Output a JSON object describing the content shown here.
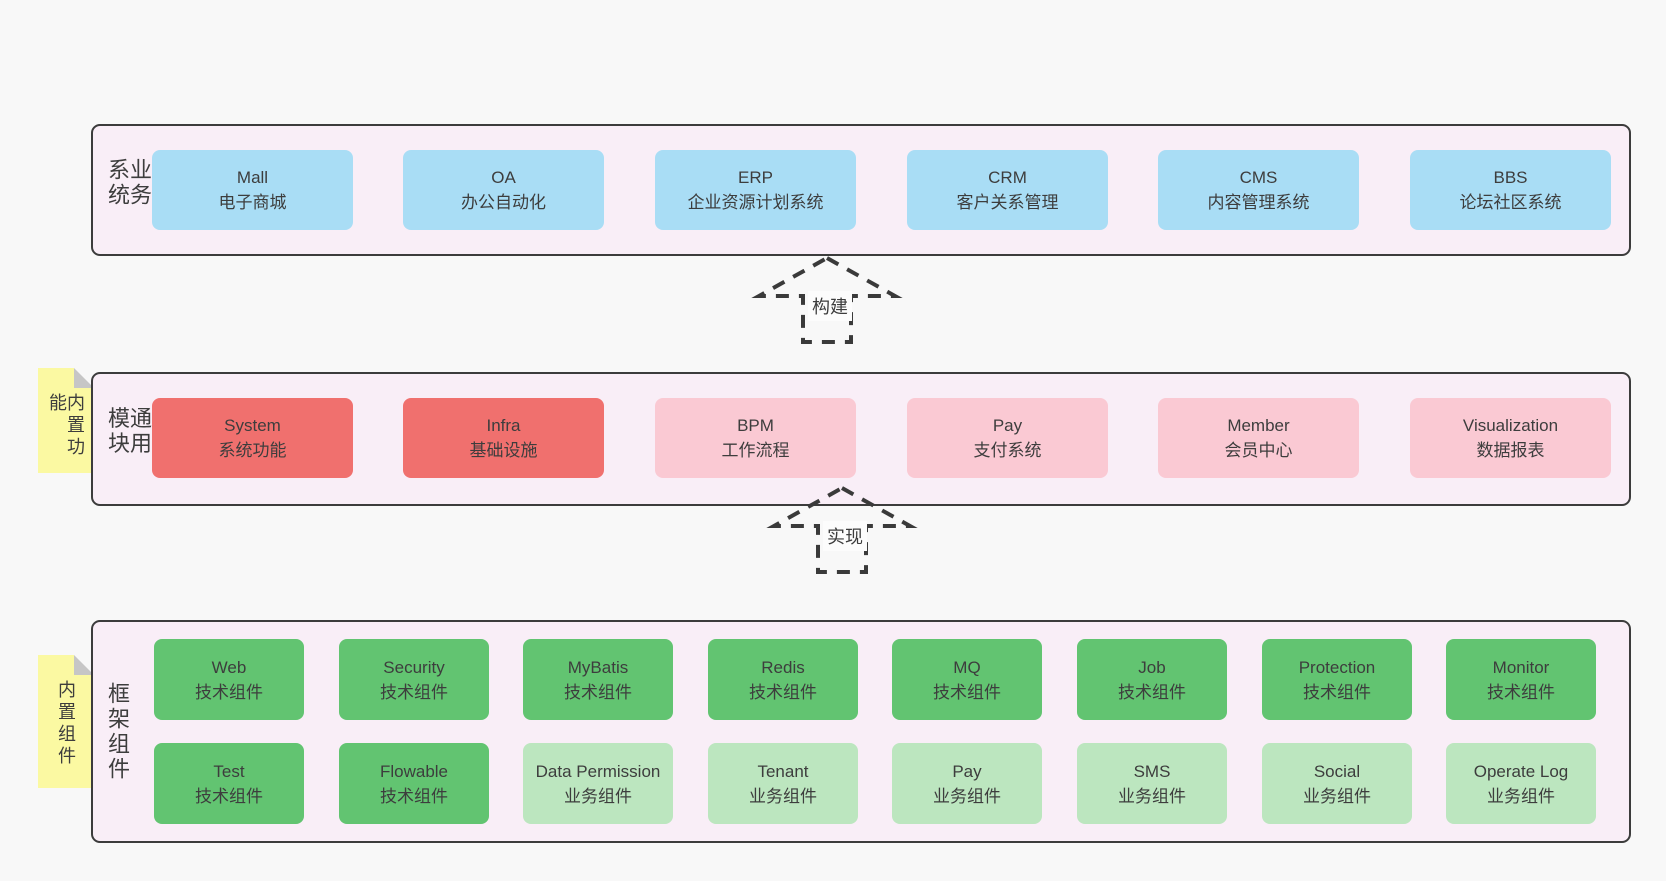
{
  "colors": {
    "page_bg": "#f8f8f8",
    "panel_bg": "#f9eef7",
    "panel_border": "#3c3c3c",
    "business_system_box": "#a9ddf5",
    "core_module_box": "#f0706e",
    "optional_module_box": "#fac9d3",
    "tech_component_box": "#62c471",
    "biz_component_box": "#bce6bf",
    "sticky_note_bg": "#fbf9a2",
    "text": "#3d3d3d"
  },
  "arrows": [
    {
      "label": "构建"
    },
    {
      "label": "实现"
    }
  ],
  "sections": [
    {
      "side_label": "业务系统",
      "boxes": [
        {
          "name": "Mall",
          "desc": "电子商城"
        },
        {
          "name": "OA",
          "desc": "办公自动化"
        },
        {
          "name": "ERP",
          "desc": "企业资源计划系统"
        },
        {
          "name": "CRM",
          "desc": "客户关系管理"
        },
        {
          "name": "CMS",
          "desc": "内容管理系统"
        },
        {
          "name": "BBS",
          "desc": "论坛社区系统"
        }
      ]
    },
    {
      "side_label": "通用模块",
      "note": "内置功能",
      "boxes": [
        {
          "name": "System",
          "desc": "系统功能"
        },
        {
          "name": "Infra",
          "desc": "基础设施"
        },
        {
          "name": "BPM",
          "desc": "工作流程"
        },
        {
          "name": "Pay",
          "desc": "支付系统"
        },
        {
          "name": "Member",
          "desc": "会员中心"
        },
        {
          "name": "Visualization",
          "desc": "数据报表"
        }
      ]
    },
    {
      "side_label": "框架组件",
      "note": "内置组件",
      "rows": [
        [
          {
            "name": "Web",
            "desc": "技术组件"
          },
          {
            "name": "Security",
            "desc": "技术组件"
          },
          {
            "name": "MyBatis",
            "desc": "技术组件"
          },
          {
            "name": "Redis",
            "desc": "技术组件"
          },
          {
            "name": "MQ",
            "desc": "技术组件"
          },
          {
            "name": "Job",
            "desc": "技术组件"
          },
          {
            "name": "Protection",
            "desc": "技术组件"
          },
          {
            "name": "Monitor",
            "desc": "技术组件"
          }
        ],
        [
          {
            "name": "Test",
            "desc": "技术组件"
          },
          {
            "name": "Flowable",
            "desc": "技术组件"
          },
          {
            "name": "Data Permission",
            "desc": "业务组件"
          },
          {
            "name": "Tenant",
            "desc": "业务组件"
          },
          {
            "name": "Pay",
            "desc": "业务组件"
          },
          {
            "name": "SMS",
            "desc": "业务组件"
          },
          {
            "name": "Social",
            "desc": "业务组件"
          },
          {
            "name": "Operate Log",
            "desc": "业务组件"
          }
        ]
      ]
    }
  ]
}
